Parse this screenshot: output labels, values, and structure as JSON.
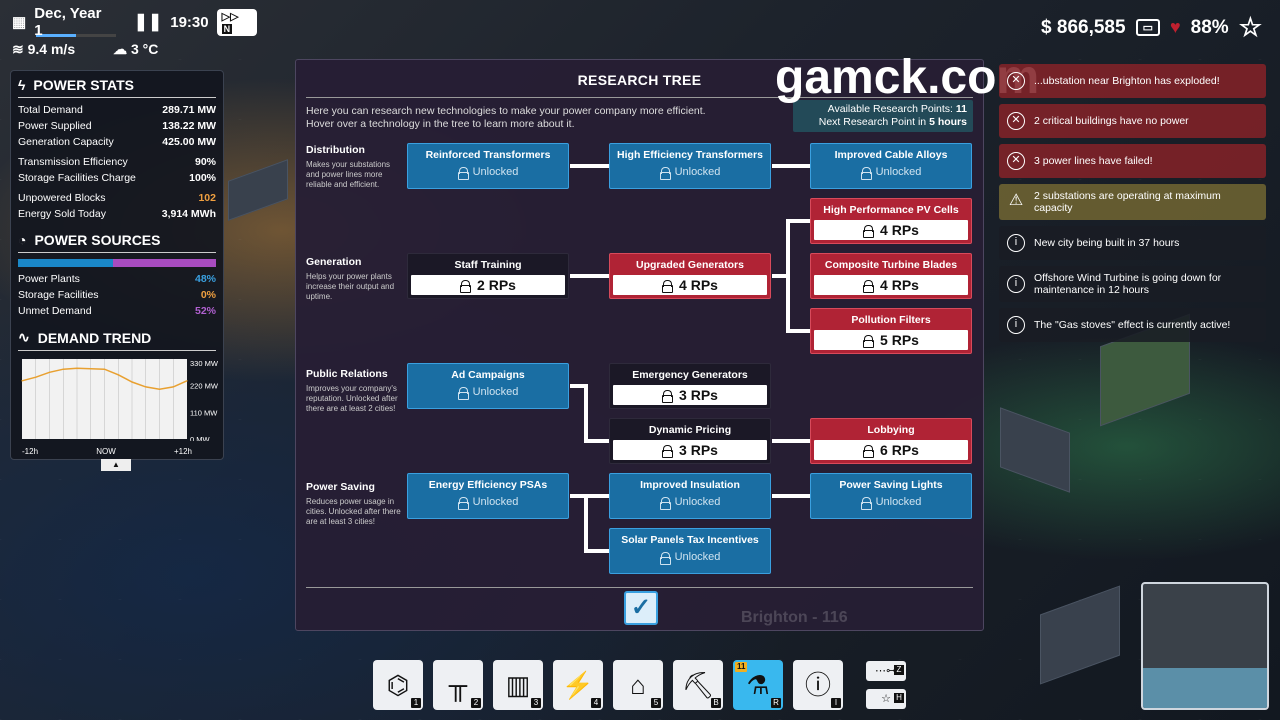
{
  "top": {
    "date": "Dec, Year 1",
    "time": "19:30",
    "speed_key": "N",
    "date_progress": 0.5,
    "wind": "9.4 m/s",
    "temp": "3 °C"
  },
  "power_stats": {
    "title": "POWER STATS",
    "rows": [
      {
        "label": "Total Demand",
        "value": "289.71 MW"
      },
      {
        "label": "Power Supplied",
        "value": "138.22 MW"
      },
      {
        "label": "Generation Capacity",
        "value": "425.00 MW"
      },
      {
        "label": "Transmission Efficiency",
        "value": "90%"
      },
      {
        "label": "Storage Facilities Charge",
        "value": "100%"
      },
      {
        "label": "Unpowered Blocks",
        "value": "102"
      },
      {
        "label": "Energy Sold Today",
        "value": "3,914 MWh"
      }
    ]
  },
  "power_sources": {
    "title": "POWER SOURCES",
    "rows": [
      {
        "label": "Power Plants",
        "value": "48%"
      },
      {
        "label": "Storage Facilities",
        "value": "0%"
      },
      {
        "label": "Unmet Demand",
        "value": "52%"
      }
    ]
  },
  "demand_trend": {
    "title": "DEMAND TREND",
    "y_ticks": [
      "330 MW",
      "220 MW",
      "110 MW",
      "0 MW"
    ],
    "x_ticks": [
      "-12h",
      "NOW",
      "+12h"
    ]
  },
  "chart_data": {
    "type": "line",
    "x": [
      -12,
      -10,
      -8,
      -6,
      -4,
      -2,
      0,
      2,
      4,
      6,
      8,
      10,
      12
    ],
    "values": [
      240,
      255,
      275,
      288,
      292,
      290,
      288,
      265,
      235,
      215,
      205,
      215,
      240
    ],
    "ylim": [
      0,
      330
    ],
    "title": "DEMAND TREND"
  },
  "research": {
    "title": "RESEARCH TREE",
    "intro_1": "Here you can research new technologies to make your power company more efficient.",
    "intro_2": "Hover over a technology in the tree to learn more about it.",
    "rp_label": "Available Research Points:",
    "rp_value": "11",
    "next_label": "Next Research Point in",
    "next_value": "5 hours",
    "categories": [
      {
        "name": "Distribution",
        "desc": "Makes your substations and power lines more reliable and efficient."
      },
      {
        "name": "Generation",
        "desc": "Helps your power plants increase their output and uptime."
      },
      {
        "name": "Public Relations",
        "desc": "Improves your company's reputation. Unlocked after there are at least 2 cities!"
      },
      {
        "name": "Power Saving",
        "desc": "Reduces power usage in cities. Unlocked after there are at least 3 cities!"
      }
    ],
    "nodes": {
      "reinforced": {
        "name": "Reinforced Transformers",
        "status": "Unlocked"
      },
      "high_eff": {
        "name": "High Efficiency Transformers",
        "status": "Unlocked"
      },
      "cable": {
        "name": "Improved Cable Alloys",
        "status": "Unlocked"
      },
      "staff": {
        "name": "Staff Training",
        "cost": "2 RPs"
      },
      "upgraded": {
        "name": "Upgraded Generators",
        "cost": "4 RPs"
      },
      "pv": {
        "name": "High Performance PV Cells",
        "cost": "4 RPs"
      },
      "turbine": {
        "name": "Composite Turbine Blades",
        "cost": "4 RPs"
      },
      "pollution": {
        "name": "Pollution Filters",
        "cost": "5 RPs"
      },
      "ads": {
        "name": "Ad Campaigns",
        "status": "Unlocked"
      },
      "emergency": {
        "name": "Emergency Generators",
        "cost": "3 RPs"
      },
      "dynamic": {
        "name": "Dynamic Pricing",
        "cost": "3 RPs"
      },
      "lobbying": {
        "name": "Lobbying",
        "cost": "6 RPs"
      },
      "psa": {
        "name": "Energy Efficiency PSAs",
        "status": "Unlocked"
      },
      "insulation": {
        "name": "Improved Insulation",
        "status": "Unlocked"
      },
      "lights": {
        "name": "Power Saving Lights",
        "status": "Unlocked"
      },
      "solar": {
        "name": "Solar Panels Tax Incentives",
        "status": "Unlocked"
      }
    },
    "city": "Brighton - 116"
  },
  "money": "$ 866,585",
  "happiness": "88%",
  "notifications": [
    {
      "type": "red",
      "text": "...ubstation near Brighton has exploded!"
    },
    {
      "type": "red",
      "text": "2 critical buildings have no power"
    },
    {
      "type": "red",
      "text": "3 power lines have failed!"
    },
    {
      "type": "warn",
      "text": "2 substations are operating at maximum capacity"
    },
    {
      "type": "info",
      "text": "New city being built in 37 hours"
    },
    {
      "type": "info",
      "text": "Offshore Wind Turbine is going down for maintenance in 12 hours"
    },
    {
      "type": "info",
      "text": "The \"Gas stoves\" effect is currently active!"
    }
  ],
  "watermark": "gamck.com",
  "toolbar": [
    {
      "name": "transmission-tower-icon",
      "key": "1"
    },
    {
      "name": "power-pole-icon",
      "key": "2"
    },
    {
      "name": "substation-icon",
      "key": "3"
    },
    {
      "name": "battery-icon",
      "key": "4"
    },
    {
      "name": "factory-icon",
      "key": "5"
    },
    {
      "name": "bulldozer-icon",
      "key": "B"
    },
    {
      "name": "microscope-icon",
      "key": "R",
      "badge": "11"
    },
    {
      "name": "info-icon",
      "key": "I"
    }
  ],
  "mini_keys": {
    "network": "Z",
    "favorites": "H"
  }
}
